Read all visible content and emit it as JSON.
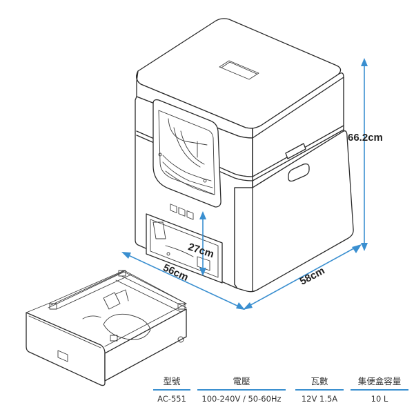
{
  "dimensions": {
    "height": "66.2cm",
    "width": "58cm",
    "depth": "56cm",
    "entrance_height": "27cm"
  },
  "specs": [
    {
      "header": "型號",
      "value": "AC-551"
    },
    {
      "header": "電壓",
      "value": "100-240V / 50-60Hz"
    },
    {
      "header": "瓦數",
      "value": "12V 1.5A"
    },
    {
      "header": "集便盒容量",
      "value": "10 L"
    }
  ],
  "colors": {
    "dimension_line": "#3a8fd0",
    "outline": "#2a2a2a"
  }
}
